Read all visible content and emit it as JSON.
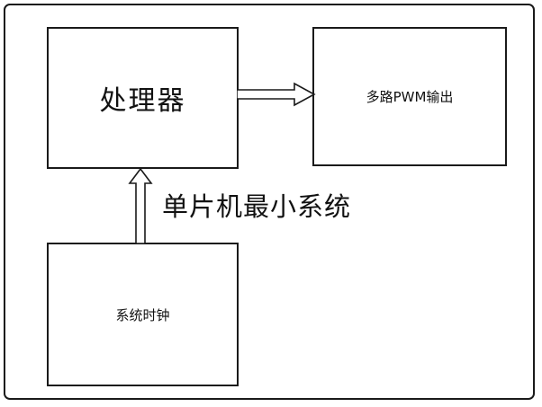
{
  "diagram": {
    "processor": {
      "label": "处理器"
    },
    "pwm_output": {
      "label": "多路PWM输出"
    },
    "system_clock": {
      "label": "系统时钟"
    },
    "caption": "单片机最小系统",
    "colors": {
      "line": "#1a1a1a",
      "background": "#ffffff"
    }
  }
}
